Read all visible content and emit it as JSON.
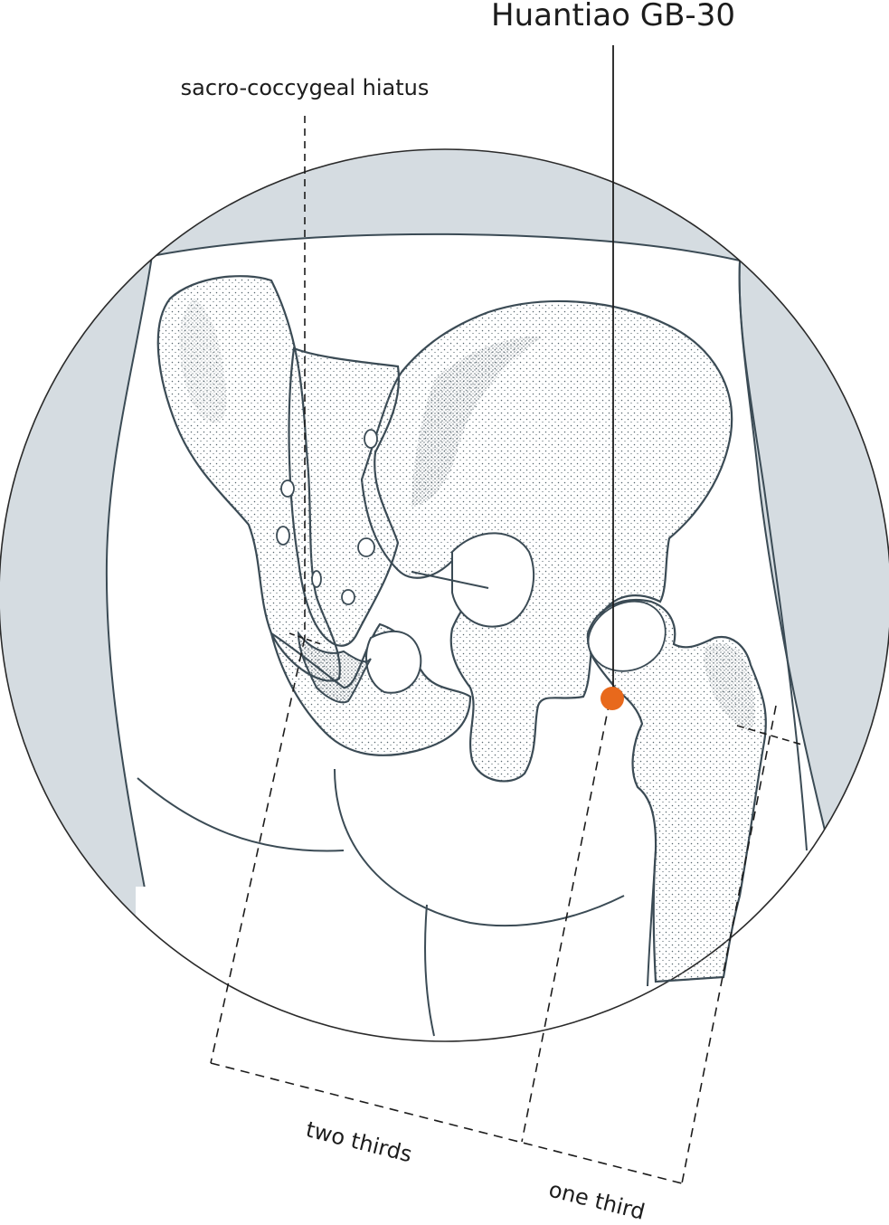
{
  "diagram": {
    "point_label": "Huantiao GB-30",
    "landmark_label": "sacro-coccygeal hiatus",
    "segment_labels": {
      "two_thirds": "two thirds",
      "one_third": "one third"
    },
    "point_marker": "acupuncture-point-dot",
    "colors": {
      "point": "#e8691c",
      "outline": "#3b4b55",
      "skin_shade": "#d5dce1",
      "background": "#ffffff",
      "stipple": "#56656e"
    }
  }
}
